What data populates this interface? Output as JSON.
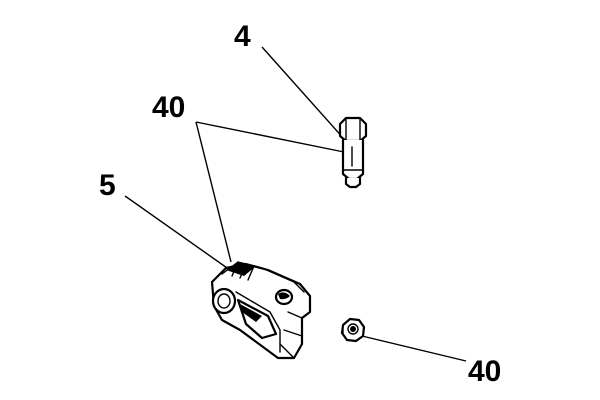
{
  "callouts": {
    "pin": "4",
    "clevis": "5",
    "pin_group_qty": "40",
    "nut": "40"
  }
}
